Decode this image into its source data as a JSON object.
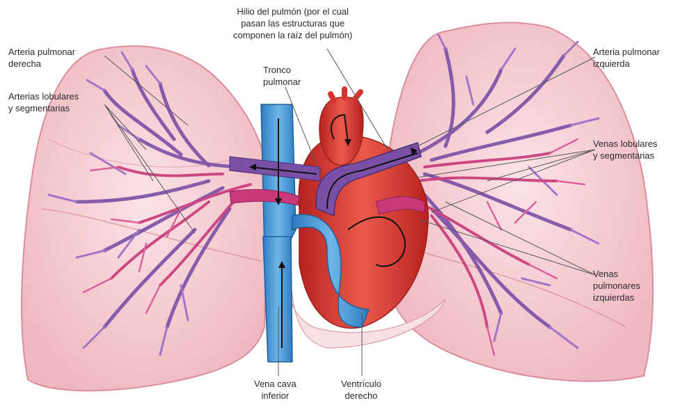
{
  "labels": {
    "hilio": [
      "Hilio del pulmón (por el cual",
      "pasan las estructuras que",
      "componen la raíz del pulmón)"
    ],
    "arteria_derecha": [
      "Arteria pulmonar",
      "derecha"
    ],
    "arterias_lobulares": [
      "Arterias lobulares",
      "y segmentarias"
    ],
    "tronco": [
      "Tronco",
      "pulmonar"
    ],
    "arteria_izquierda": [
      "Arteria pulmonar",
      "izquierda"
    ],
    "venas_lobulares": [
      "Venas lobulares",
      "y segmentarias"
    ],
    "venas_pulmonares": [
      "Venas",
      "pulmonares",
      "izquierdas"
    ],
    "vena_cava": [
      "Vena cava",
      "inferior"
    ],
    "ventriculo": [
      "Ventrículo",
      "derecho"
    ]
  },
  "colors": {
    "lung": "#f4c9cf",
    "lung_edge": "#d98e9a",
    "artery_blue": "#4a98d6",
    "vein_purple": "#7a4fa6",
    "aorta_red": "#d8342f",
    "pink_vessel": "#c8397a",
    "leader": "#555555"
  }
}
